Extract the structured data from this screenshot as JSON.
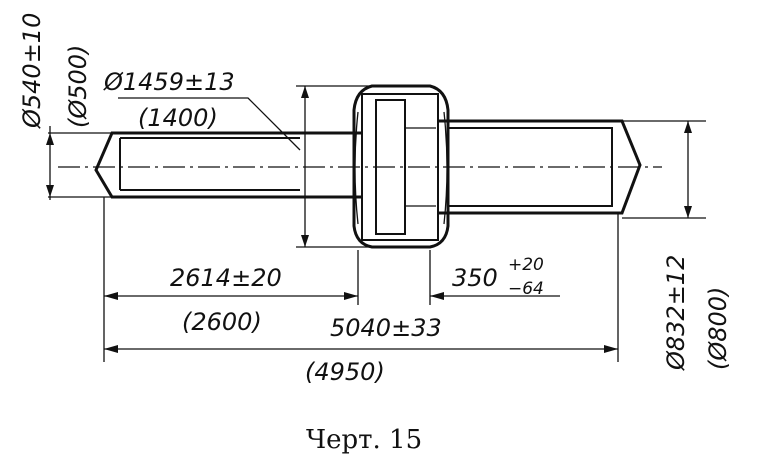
{
  "labels": {
    "dia_left": "Ø540±10",
    "dia_left_nominal": "(Ø500)",
    "dia_collar": "Ø1459±13",
    "dia_collar_nominal": "(1400)",
    "dia_right": "Ø832±12",
    "dia_right_nominal": "(Ø800)",
    "len_left": "2614±20",
    "len_left_nominal": "(2600)",
    "collar_width": "350",
    "collar_width_tol_upper": "+20",
    "collar_width_tol_lower": "−64",
    "len_total": "5040±33",
    "len_total_nominal": "(4950)"
  },
  "caption": "Черт. 15"
}
